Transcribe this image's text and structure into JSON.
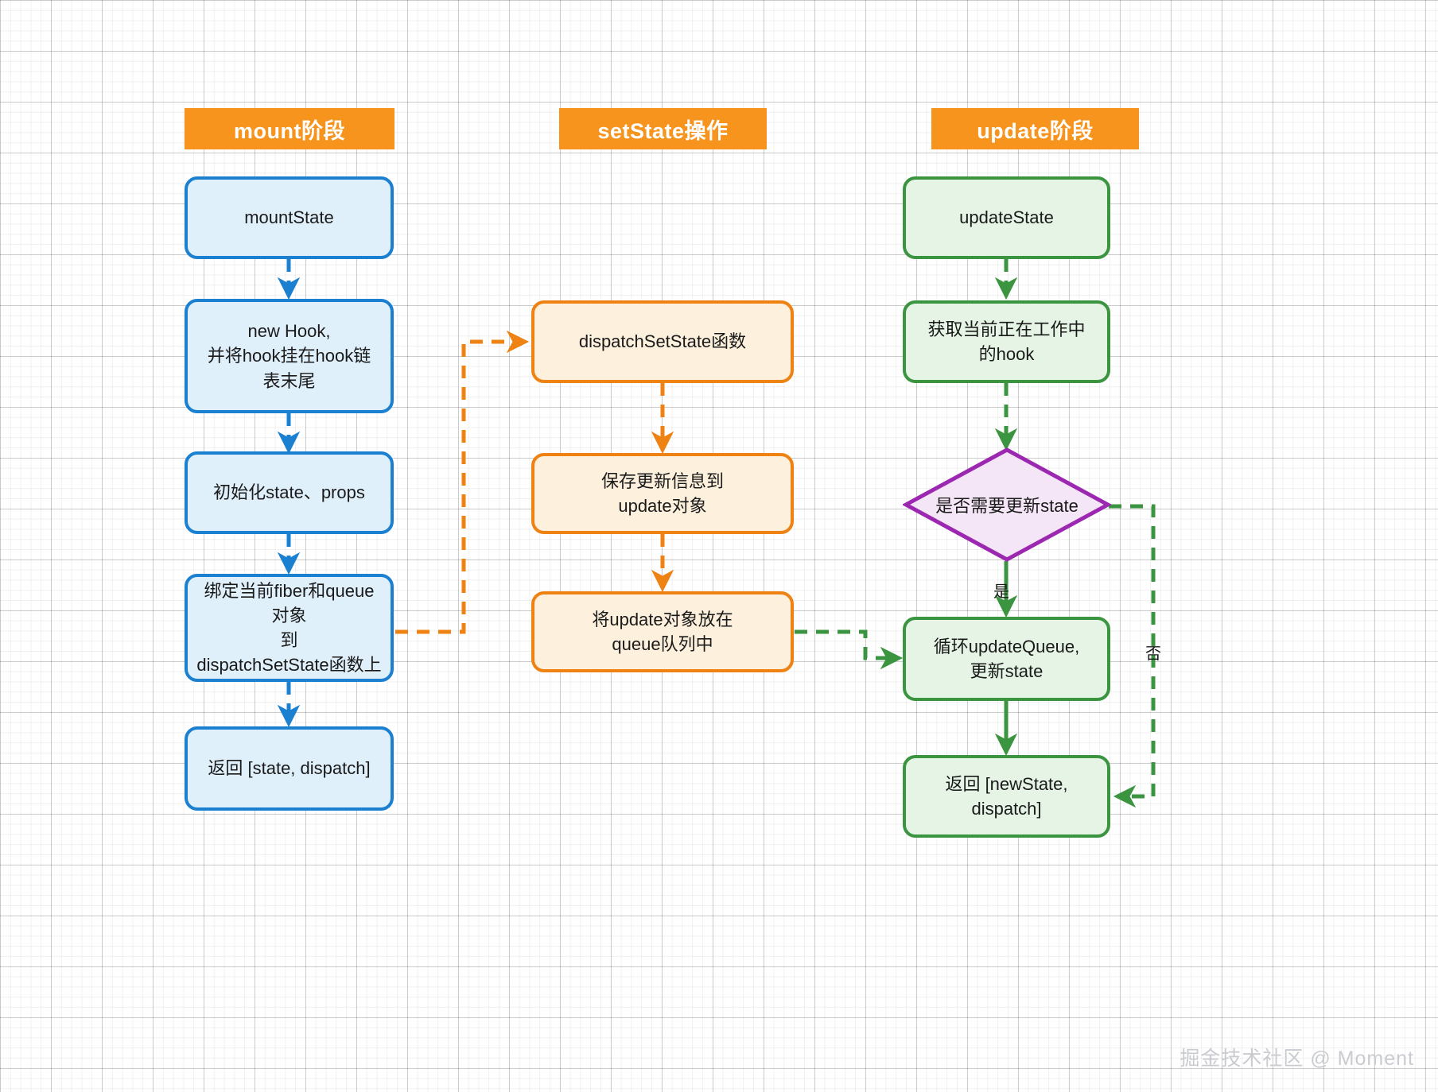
{
  "diagram": {
    "title": "React useState mount / setState / update flow",
    "watermark": "掘金技术社区 @ Moment",
    "colors": {
      "banner": "#f7941d",
      "mount_border": "#1b80d0",
      "mount_fill": "#e0f0fb",
      "setstate_border": "#ee8212",
      "setstate_fill": "#fdf0dd",
      "update_border": "#3b9440",
      "update_fill": "#e5f4e5",
      "decision_border": "#9c27b0",
      "decision_fill": "#f5e6f7"
    }
  },
  "columns": [
    {
      "id": "mount",
      "banner": "mount阶段"
    },
    {
      "id": "setstate",
      "banner": "setState操作"
    },
    {
      "id": "update",
      "banner": "update阶段"
    }
  ],
  "mount_nodes": [
    {
      "id": "mountState",
      "text": "mountState"
    },
    {
      "id": "newHook",
      "text": "new Hook,\n并将hook挂在hook链\n表末尾"
    },
    {
      "id": "initState",
      "text": "初始化state、props"
    },
    {
      "id": "bindFiber",
      "text": "绑定当前fiber和queue对象\n到\ndispatchSetState函数上"
    },
    {
      "id": "returnMount",
      "text": "返回 [state, dispatch]"
    }
  ],
  "setstate_nodes": [
    {
      "id": "dispatchFn",
      "text": "dispatchSetState函数"
    },
    {
      "id": "saveUpdate",
      "text": "保存更新信息到\nupdate对象"
    },
    {
      "id": "enqueue",
      "text": "将update对象放在\nqueue队列中"
    }
  ],
  "update_nodes": [
    {
      "id": "updateState",
      "text": "updateState"
    },
    {
      "id": "getHook",
      "text": "获取当前正在工作中\n的hook"
    },
    {
      "id": "loopQueue",
      "text": "循环updateQueue,\n更新state"
    },
    {
      "id": "returnUpdate",
      "text": "返回 [newState, dispatch]"
    }
  ],
  "decision": {
    "id": "needUpdate",
    "text": "是否需要更新state",
    "yes_label": "是",
    "no_label": "否"
  }
}
